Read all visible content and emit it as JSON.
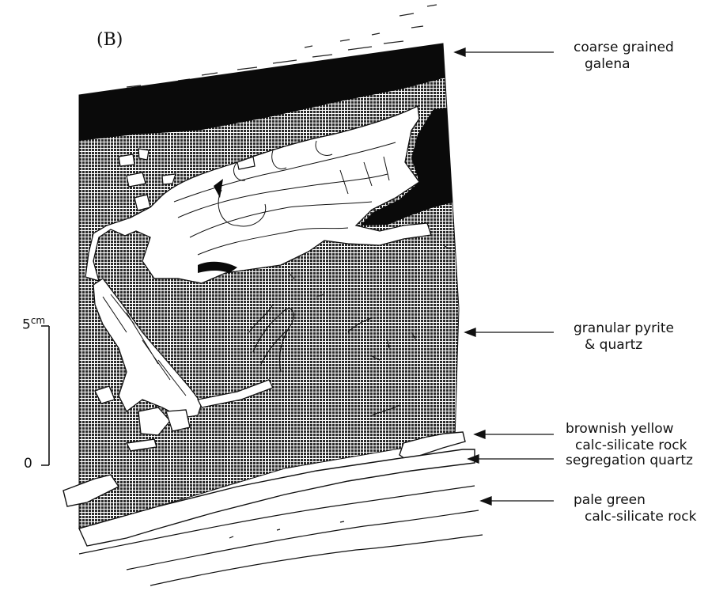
{
  "figure": {
    "panel_label": "(B)",
    "scale": {
      "top_value": "5",
      "top_unit": "cm",
      "bottom_value": "0"
    },
    "labels": {
      "galena": {
        "line1": "coarse grained",
        "line2": "galena"
      },
      "pyrite": {
        "line1": "granular pyrite",
        "line2": "& quartz"
      },
      "brownish": {
        "line1": "brownish yellow",
        "line2": "calc-silicate rock"
      },
      "segregation": {
        "line1": "segregation quartz"
      },
      "pale": {
        "line1": "pale green",
        "line2": "calc-silicate rock"
      }
    }
  }
}
